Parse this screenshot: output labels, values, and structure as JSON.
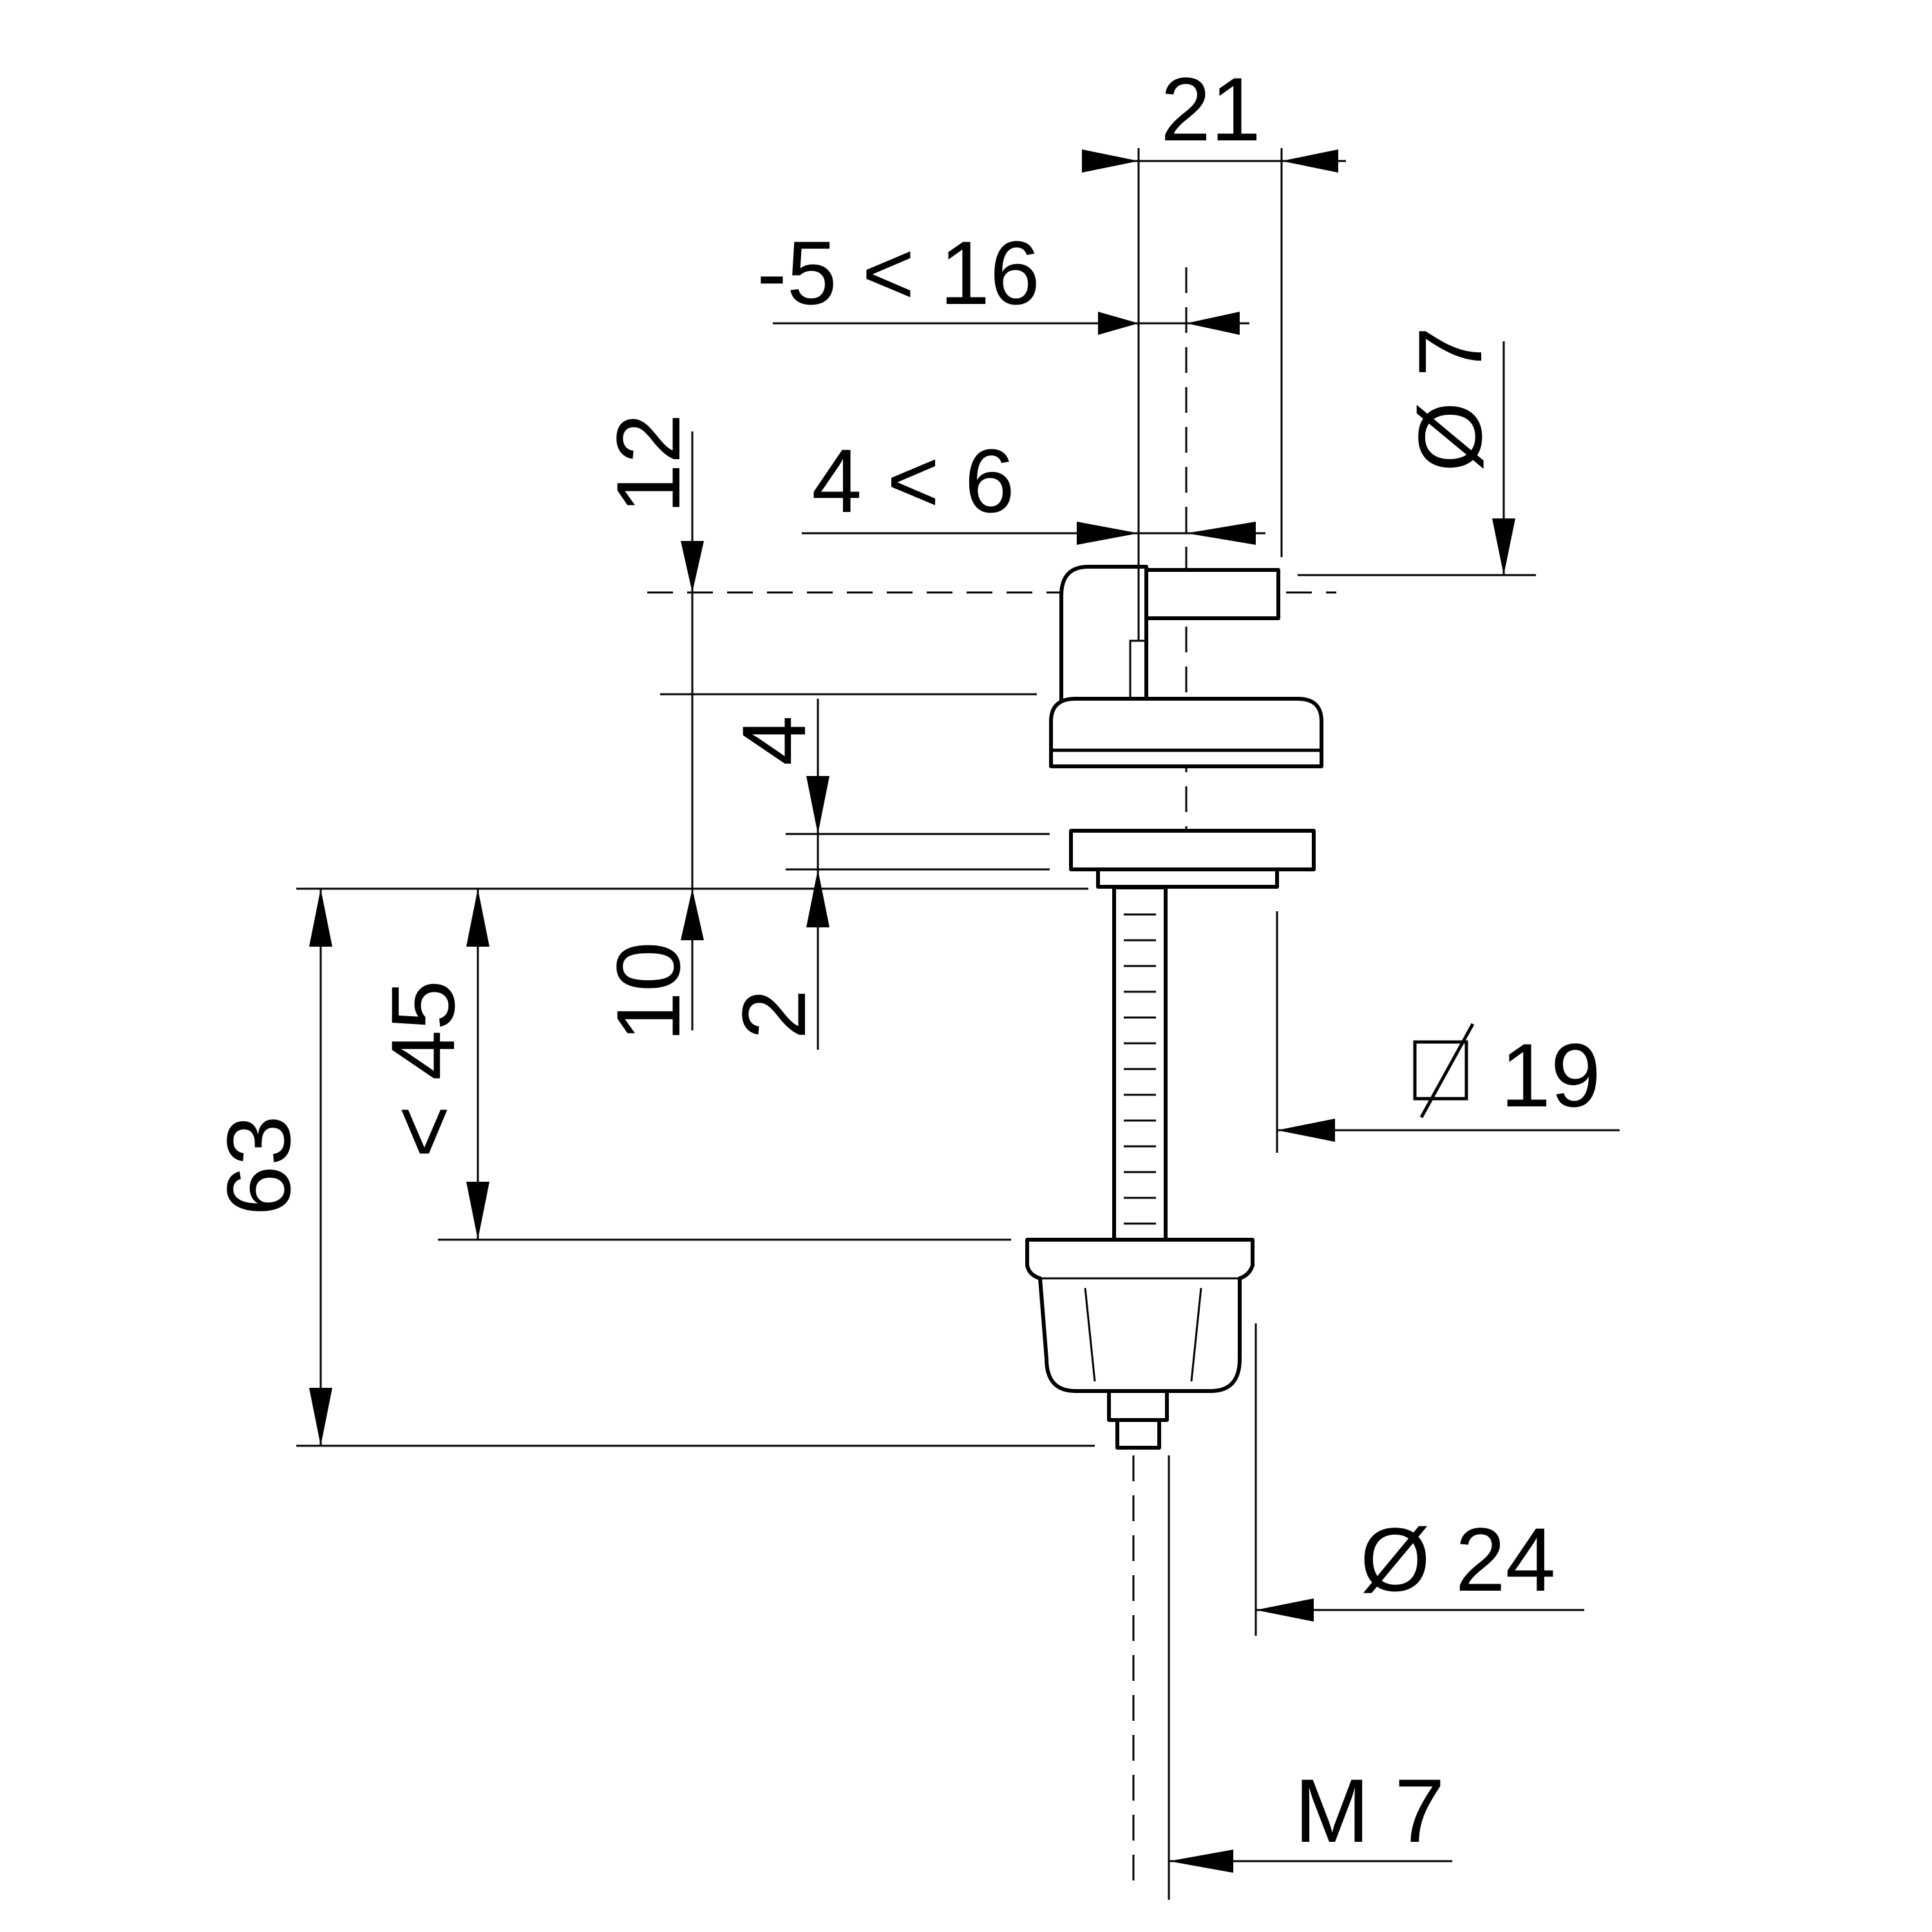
{
  "dimensions": {
    "width_top": "21",
    "offset_range": "-5 < 16",
    "height_12": "12",
    "offset_4_6": "4 < 6",
    "pin_diameter": "Ø 7",
    "thickness_4": "4",
    "height_10": "10",
    "thickness_2": "2",
    "length_45": "< 45",
    "length_63": "63",
    "shaft_diameter_19": "19",
    "nut_diameter": "Ø 24",
    "thread": "M 7"
  },
  "colors": {
    "line": "#000000",
    "background": "#ffffff"
  }
}
